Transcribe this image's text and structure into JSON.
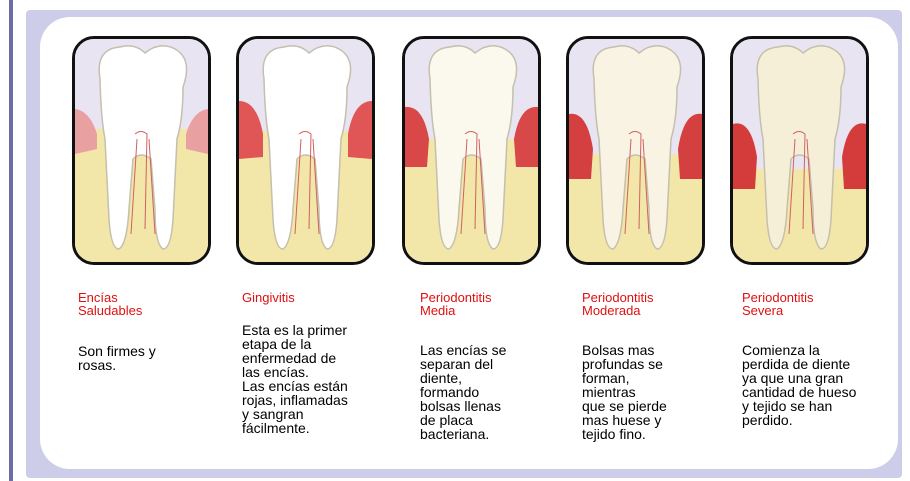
{
  "stages": [
    {
      "title": "Encías\nSaludables",
      "description": "Son firmes y\nrosas.",
      "gum_color": "#e8a0a0"
    },
    {
      "title": "Gingivitis",
      "description": "Esta es la primer\netapa de la\nenfermedad de\nlas encías.\nLas encías están\nrojas, inflamadas\ny sangran\nfácilmente.",
      "gum_color": "#e05555"
    },
    {
      "title": "Periodontitis\nMedia",
      "description": "Las encías se\nseparan del\ndiente,\nformando\nbolsas llenas\nde placa\nbacteriana.",
      "gum_color": "#d84848"
    },
    {
      "title": "Periodontitis\nModerada",
      "description": "Bolsas mas\nprofundas se\nforman,\nmientras\nque se pierde\nmas huese y\ntejido fino.",
      "gum_color": "#d44040"
    },
    {
      "title": "Periodontitis\nSevera",
      "description": "Comienza la\nperdida de diente\nya que una gran\ncantidad de hueso\ny tejido se han\nperdido.",
      "gum_color": "#d43c3c"
    }
  ],
  "colors": {
    "title_red": "#e01010",
    "bone": "#f2e6a8",
    "frame_lavender": "#cdcdea",
    "rule_blue": "#6c6ca4"
  }
}
